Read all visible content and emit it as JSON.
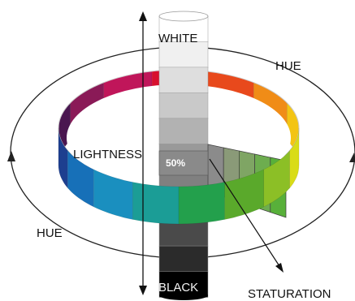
{
  "labels": {
    "white": "WHITE",
    "black": "BLACK",
    "lightness": "LIGHTNESS",
    "hue_top": "HUE",
    "hue_left": "HUE",
    "saturation": "STATURATION",
    "mid": "50%"
  },
  "colors": {
    "hue_ring_front": [
      "#1d3f8f",
      "#1770b8",
      "#1a8fbf",
      "#1b9d96",
      "#23a04c",
      "#5aa92b",
      "#8cbf26",
      "#d9dc17"
    ],
    "hue_ring_back": [
      "#4a1650",
      "#8a1a57",
      "#c0165a",
      "#d8102e",
      "#e8491c",
      "#f08c17",
      "#f3c414"
    ],
    "ring_top": "#f7f7f7",
    "lightness_scale": [
      "#ffffff",
      "#f0f0f0",
      "#dedede",
      "#c9c9c9",
      "#b2b2b2",
      "#999999",
      "#808080",
      "#666666",
      "#4a4a4a",
      "#2b2b2b",
      "#000000"
    ],
    "saturation_wedge": [
      "#8b8b8b",
      "#8a9a78",
      "#7fa564",
      "#6dad4f",
      "#58b03a"
    ]
  }
}
